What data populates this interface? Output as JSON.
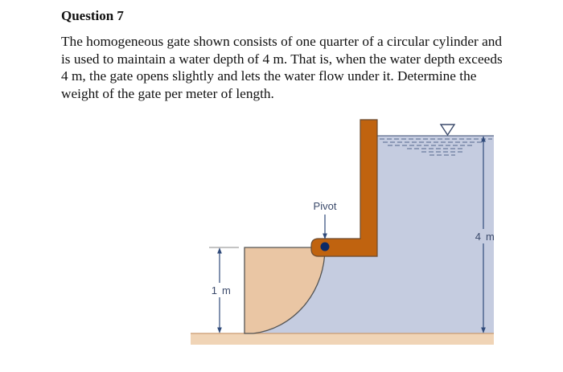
{
  "question": {
    "title": "Question 7",
    "body_lines": [
      "The homogeneous gate shown consists of one quarter of a circular cylinder and",
      "is used to maintain a water depth of 4 m. That is, when the water depth exceeds",
      "4 m, the gate opens slightly and lets the water flow under it. Determine the",
      "weight of the gate per meter of length."
    ]
  },
  "figure": {
    "pivot_label": "Pivot",
    "gate_height_value": "1",
    "gate_height_unit": "m",
    "water_depth_value": "4",
    "water_depth_unit": "m",
    "free_surface_symbol": "inverted-triangle-icon",
    "colors": {
      "water": "#c5cce0",
      "gate": "#eac6a4",
      "wall": "#c0630f",
      "wall_outline": "#6a4a30",
      "ground": "#f0d4b6",
      "ground_line": "#c99a70",
      "pivot": "#0d2a66",
      "dimension": "#2f4a7a",
      "outline": "#555555"
    }
  }
}
